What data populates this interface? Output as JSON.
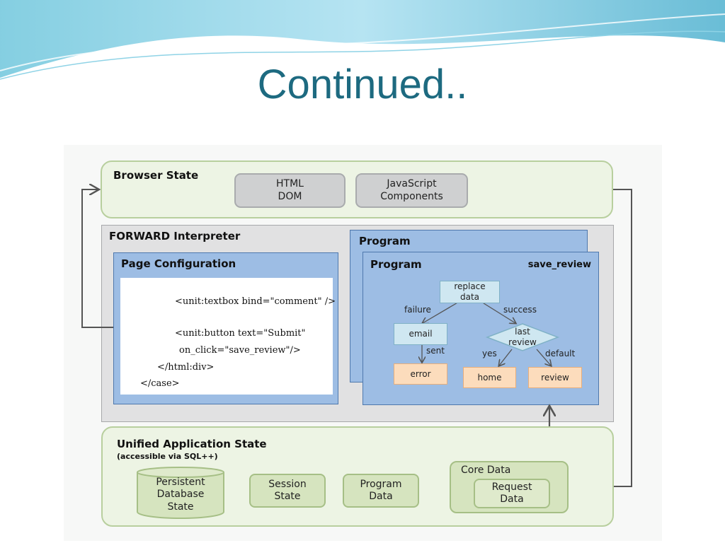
{
  "slide": {
    "title": "Continued.."
  },
  "browser_state": {
    "label": "Browser State",
    "html_dom": "HTML\nDOM",
    "js_components": "JavaScript\nComponents"
  },
  "interpreter": {
    "label": "FORWARD Interpreter",
    "page_config": {
      "label": "Page Configuration",
      "code_lines": [
        "<unit:textbox bind=\"comment\" />",
        "<unit:button text=\"Submit\"",
        "on_click=\"save_review\"/>",
        "</html:div>",
        "</case>"
      ]
    },
    "program_back_label": "Program",
    "program_front": {
      "label": "Program",
      "name": "save_review",
      "nodes": {
        "replace_data": "replace\ndata",
        "email": "email",
        "last_review": "last\nreview",
        "error": "error",
        "home": "home",
        "review": "review"
      },
      "edges": {
        "failure": "failure",
        "success": "success",
        "sent": "sent",
        "yes": "yes",
        "default": "default"
      }
    }
  },
  "unified_state": {
    "label": "Unified Application State",
    "sublabel": "(accessible via SQL++)",
    "persistent_db": "Persistent\nDatabase\nState",
    "session_state": "Session\nState",
    "program_data": "Program\nData",
    "core_data": {
      "label": "Core Data",
      "request_data": "Request\nData"
    }
  },
  "colors": {
    "title": "#1d6a80",
    "green_fill": "#edf4e4",
    "blue_fill": "#9dbde4",
    "gray_fill": "#e1e1e2"
  }
}
